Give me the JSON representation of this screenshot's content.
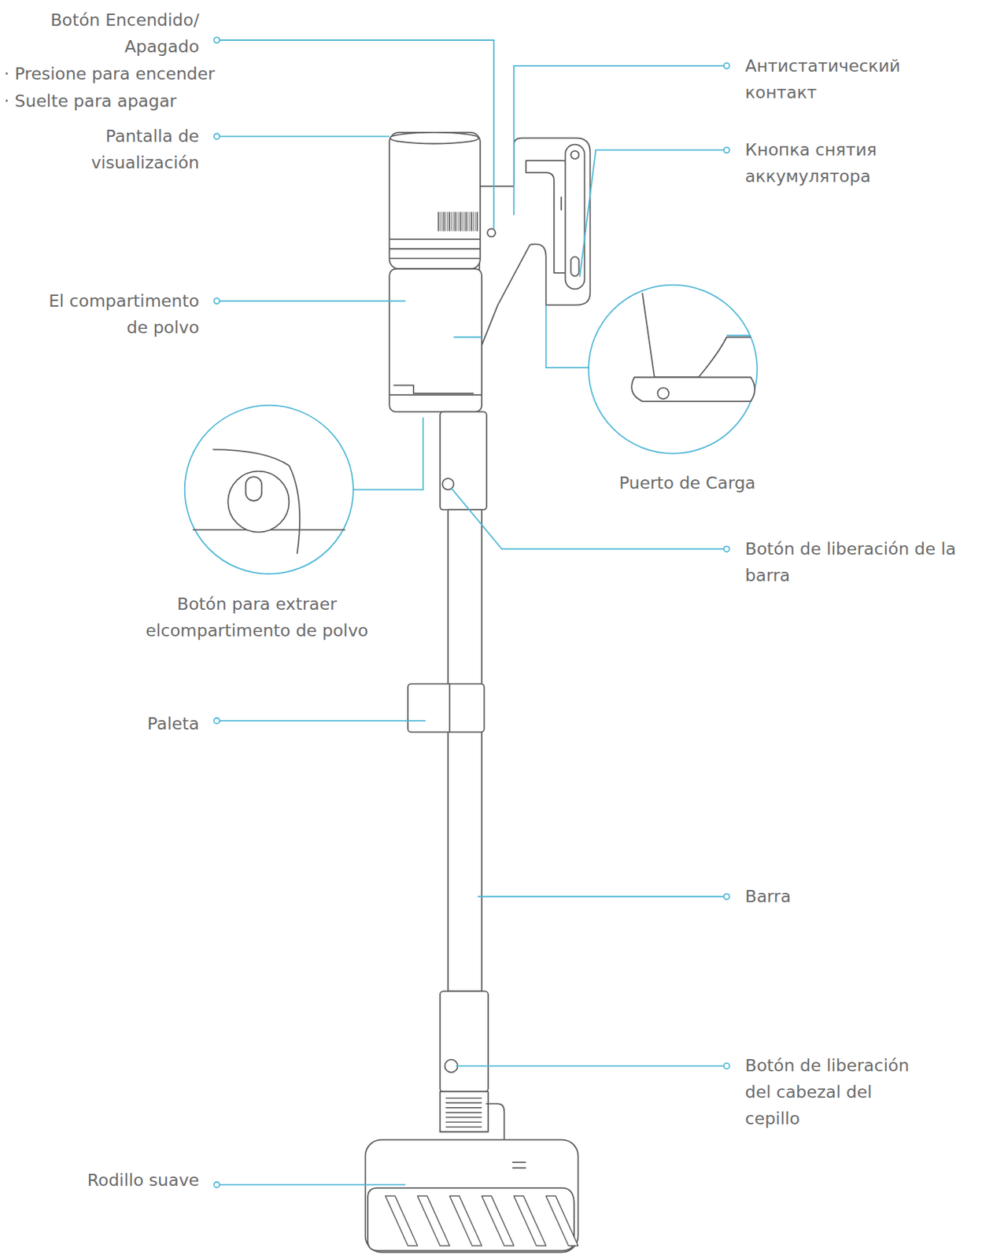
{
  "diagram": {
    "labels": [
      "Botón Encendido/ Apagado",
      "· Presione para encender",
      "· Suelte para apagar",
      "Pantalla de visualización",
      "El compartimento de polvo",
      "Botón para extraer elcompartimento de polvo",
      "Paleta",
      "Rodillo suave",
      "Антистатический контакт",
      "Кнопка снятия аккумулятора",
      "Puerto de Carga",
      "Botón de liberación de la barra",
      "Barra",
      "Botón de liberación del cabezal del cepillo"
    ]
  }
}
